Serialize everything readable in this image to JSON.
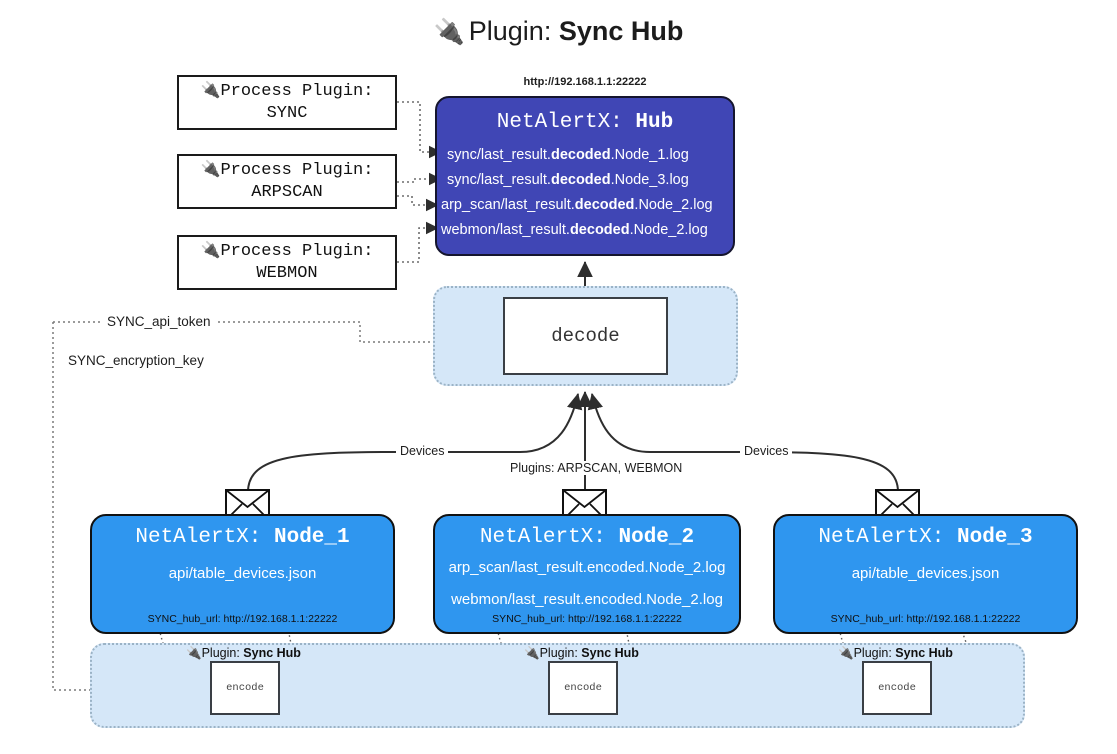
{
  "title": {
    "icon": "plug-icon",
    "prefix": "Plugin:",
    "name": "Sync Hub"
  },
  "process_plugins": [
    {
      "icon": "plug-icon",
      "line1": "Process Plugin:",
      "line2": "SYNC"
    },
    {
      "icon": "plug-icon",
      "line1": "Process Plugin:",
      "line2": "ARPSCAN"
    },
    {
      "icon": "plug-icon",
      "line1": "Process Plugin:",
      "line2": "WEBMON"
    }
  ],
  "hub": {
    "url": "http://192.168.1.1:22222",
    "title_prefix": "NetAlertX:",
    "title_name": "Hub",
    "logs": [
      {
        "pre": "sync/last_result.",
        "em": "decoded",
        "post": ".Node_1.log"
      },
      {
        "pre": "sync/last_result.",
        "em": "decoded",
        "post": ".Node_3.log"
      },
      {
        "pre": "arp_scan/last_result.",
        "em": "decoded",
        "post": ".Node_2.log"
      },
      {
        "pre": "webmon/last_result.",
        "em": "decoded",
        "post": ".Node_2.log"
      }
    ],
    "color": "#4046b5"
  },
  "decode": {
    "label": "decode",
    "panel_color": "#d5e7f8"
  },
  "tokens": {
    "api_token": "SYNC_api_token",
    "encryption_key": "SYNC_encryption_key"
  },
  "edge_labels": {
    "devices_left": "Devices",
    "devices_right": "Devices",
    "plugins_middle": "Plugins: ARPSCAN, WEBMON"
  },
  "nodes": [
    {
      "title_prefix": "NetAlertX:",
      "title_name": "Node_1",
      "lines": [
        "api/table_devices.json"
      ],
      "hub_url_label": "SYNC_hub_url: http://192.168.1.1:22222",
      "color": "#2f96ef",
      "plugin_label_prefix": "Plugin:",
      "plugin_label_name": "Sync Hub",
      "encode_label": "encode"
    },
    {
      "title_prefix": "NetAlertX:",
      "title_name": "Node_2",
      "lines": [
        "arp_scan/last_result.encoded.Node_2.log",
        "webmon/last_result.encoded.Node_2.log"
      ],
      "hub_url_label": "SYNC_hub_url: http://192.168.1.1:22222",
      "color": "#2f96ef",
      "plugin_label_prefix": "Plugin:",
      "plugin_label_name": "Sync Hub",
      "encode_label": "encode"
    },
    {
      "title_prefix": "NetAlertX:",
      "title_name": "Node_3",
      "lines": [
        "api/table_devices.json"
      ],
      "hub_url_label": "SYNC_hub_url: http://192.168.1.1:22222",
      "color": "#2f96ef",
      "plugin_label_prefix": "Plugin:",
      "plugin_label_name": "Sync Hub",
      "encode_label": "encode"
    }
  ]
}
